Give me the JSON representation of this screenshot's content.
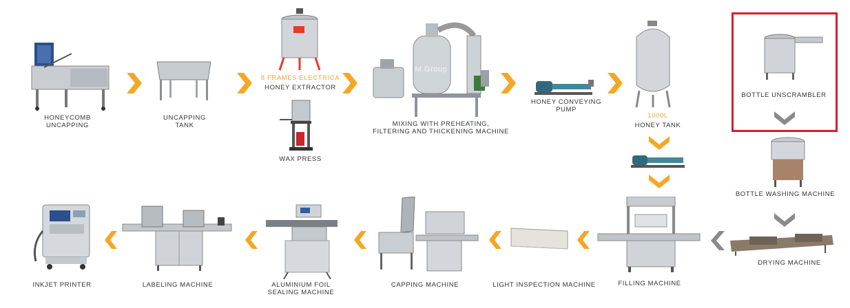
{
  "colors": {
    "arrow": "#f5a623",
    "grey_arrow": "#8a8a8a",
    "highlight": "#d32030",
    "label_text": "#333333",
    "accent_text": "#f0a830"
  },
  "steps": {
    "honeycomb_uncapping": [
      "HONEYCOMB",
      "UNCAPPING"
    ],
    "uncapping_tank": [
      "UNCAPPING",
      "TANK"
    ],
    "extractor_caption": "8 FRAMES ELECTRICA",
    "honey_extractor": "HONEY EXTRACTOR",
    "wax_press": "WAX PRESS",
    "mixing": [
      "MIXING WITH PREHEATING,",
      "FILTERING AND THICKENING MACHINE"
    ],
    "conveying_pump": [
      "HONEY CONVEYING",
      "PUMP"
    ],
    "tank_caption": "1000L",
    "honey_tank": "HONEY TANK",
    "bottle_unscrambler": "BOTTLE UNSCRAMBLER",
    "bottle_washing": "BOTTLE WASHING MACHINE",
    "drying": "DRYING MACHINE",
    "filling": "FILLING  MACHINE",
    "light_inspection": "LIGHT INSPECTION MACHINE",
    "capping": "CAPPING MACHINE",
    "foil_sealing": [
      "ALUMINIUM FOIL",
      "SEALING MACHINE"
    ],
    "labeling": "LABELING MACHINE",
    "inkjet": "INKJET PRINTER"
  },
  "watermark": "M          Group"
}
